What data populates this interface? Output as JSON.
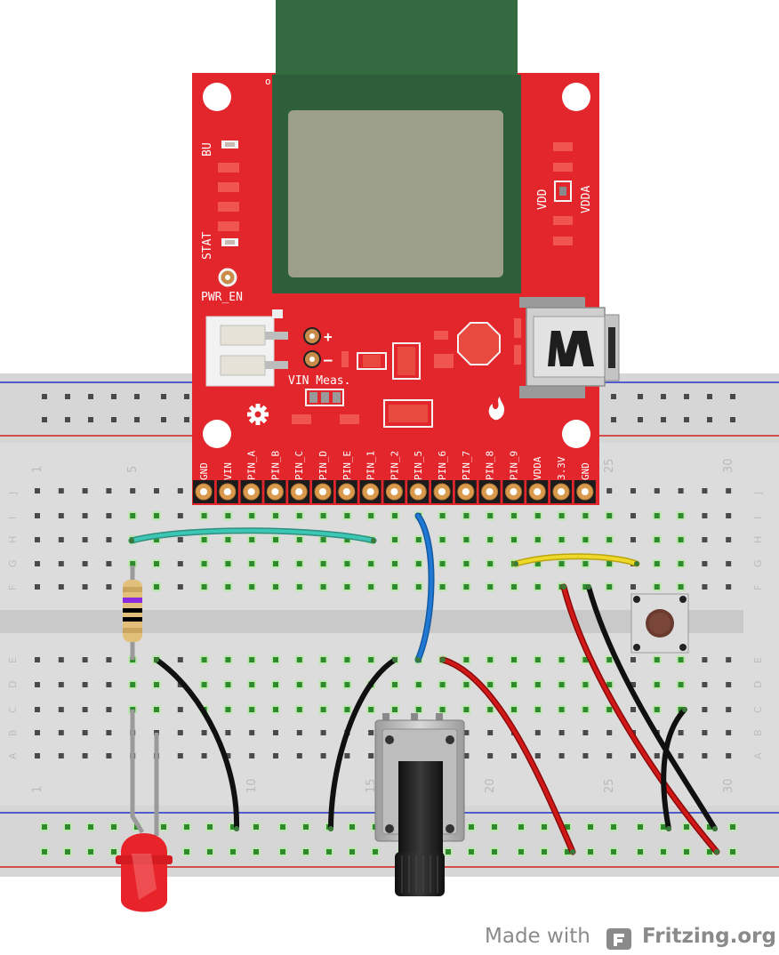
{
  "board": {
    "silkscreen": {
      "bu": "BU",
      "stat": "STAT",
      "pwr_en": "PWR_EN",
      "vin_meas": "VIN Meas.",
      "vdd": "VDD",
      "vdda": "VDDA",
      "plus": "+",
      "minus": "–",
      "corner_mark": "o"
    },
    "header_pins": [
      "GND",
      "VIN",
      "PIN_A",
      "PIN_B",
      "PIN_C",
      "PIN_D",
      "PIN_E",
      "PIN_1",
      "PIN_2",
      "PIN_5",
      "PIN_6",
      "PIN_7",
      "PIN_8",
      "PIN_9",
      "VDDA",
      "3.3V",
      "GND"
    ]
  },
  "breadboard": {
    "column_numbers_top": [
      "1",
      "5",
      "25",
      "30"
    ],
    "column_numbers_bottom": [
      "1",
      "10",
      "15",
      "20",
      "25",
      "30"
    ],
    "row_labels_top": [
      "J",
      "I",
      "H",
      "G",
      "F"
    ],
    "row_labels_bottom": [
      "E",
      "D",
      "C",
      "B",
      "A"
    ]
  },
  "colors": {
    "board_red": "#e3262b",
    "module_green": "#2f5e3a",
    "breadboard": "#dcdcdc",
    "wire_teal": "#37b5a4",
    "wire_blue": "#1b6fc8",
    "wire_yellow": "#e8d21c",
    "wire_red": "#c81414",
    "wire_black": "#1e1e1e",
    "led_red": "#e8232a",
    "rail_red": "#d42020",
    "rail_blue": "#2035c4"
  },
  "footer": {
    "made_with": "Made with",
    "brand": "Fritzing.org",
    "logo_icon": "fritzing-logo-icon"
  }
}
